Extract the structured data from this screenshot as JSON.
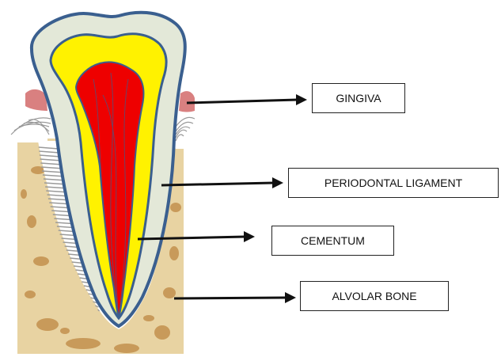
{
  "diagram": {
    "labels": [
      {
        "id": "gingiva",
        "text": "GINGIVA"
      },
      {
        "id": "periodontal_ligament",
        "text": "PERIODONTAL LIGAMENT"
      },
      {
        "id": "cementum",
        "text": "CEMENTUM"
      },
      {
        "id": "alveolar_bone",
        "text": "ALVOLAR BONE"
      }
    ],
    "colors": {
      "bone": "#e8d3a2",
      "bone_trabeculae": "#c89a5a",
      "gingiva": "#d98080",
      "enamel": "#e3e8d8",
      "dentin": "#fff200",
      "pulp": "#ee0000",
      "outline": "#3a5f8f",
      "ligament_fibers": "#9a9a9a",
      "arrow": "#111111"
    }
  }
}
